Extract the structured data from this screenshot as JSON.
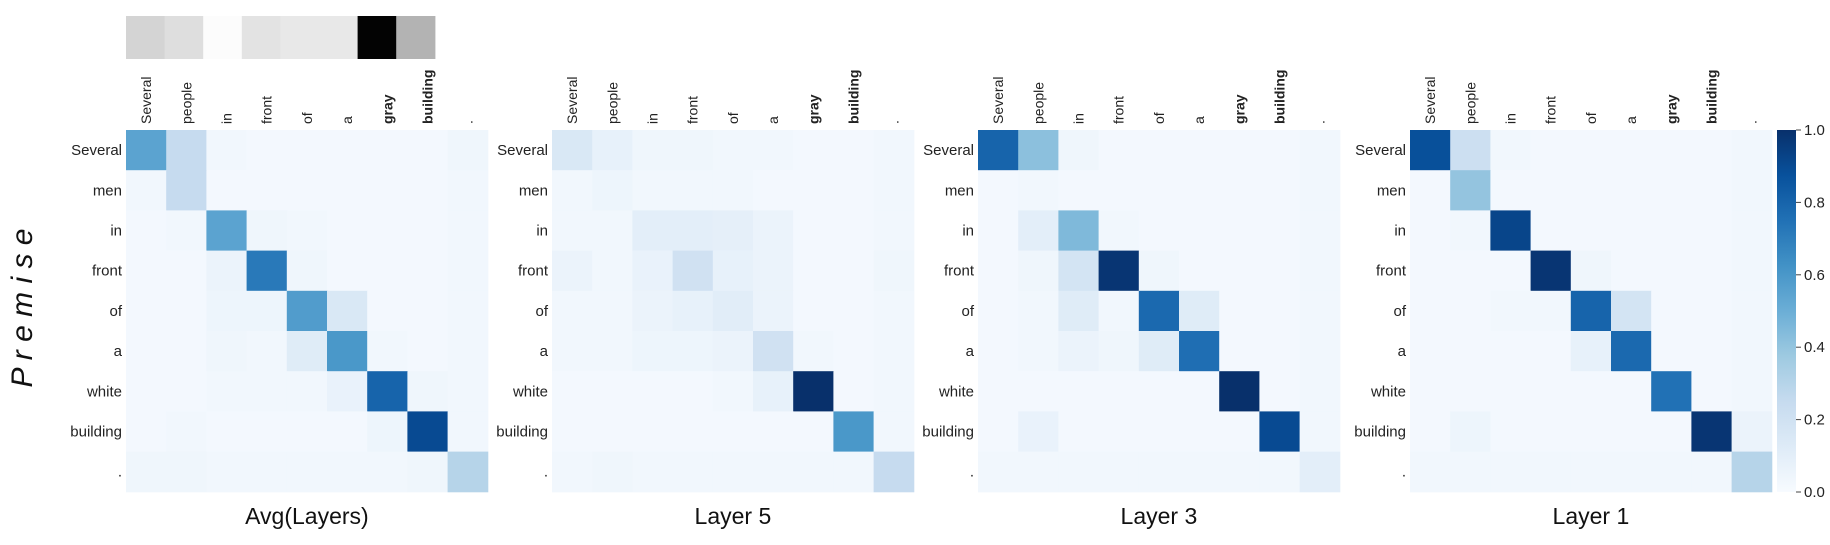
{
  "figure": {
    "side_label": "P r e m i s e"
  },
  "colorbar": {
    "ticks": [
      "1.0",
      "0.8",
      "0.6",
      "0.4",
      "0.2",
      "0.0"
    ],
    "min": 0,
    "max": 1,
    "colors": [
      "#f7fbff",
      "#deebf7",
      "#c6dbef",
      "#9ecae1",
      "#6baed6",
      "#4292c6",
      "#2171b5",
      "#08519c",
      "#08306b"
    ]
  },
  "hypothesis_bar": {
    "values": [
      0.17,
      0.13,
      0.01,
      0.11,
      0.09,
      0.09,
      0.99,
      0.3,
      0.0
    ]
  },
  "chart_data": [
    {
      "type": "heatmap",
      "title": "Avg(Layers)",
      "x_tokens": [
        "Several",
        "people",
        "in",
        "front",
        "of",
        "a",
        "gray",
        "building",
        "."
      ],
      "x_bold": [
        false,
        false,
        false,
        false,
        false,
        false,
        true,
        true,
        false
      ],
      "y_tokens": [
        "Several",
        "men",
        "in",
        "front",
        "of",
        "a",
        "white",
        "building",
        "."
      ],
      "values": [
        [
          0.55,
          0.25,
          0.03,
          0.02,
          0.02,
          0.02,
          0.02,
          0.02,
          0.04
        ],
        [
          0.03,
          0.25,
          0.02,
          0.02,
          0.02,
          0.02,
          0.02,
          0.02,
          0.03
        ],
        [
          0.02,
          0.03,
          0.55,
          0.04,
          0.03,
          0.02,
          0.02,
          0.02,
          0.03
        ],
        [
          0.02,
          0.02,
          0.06,
          0.72,
          0.04,
          0.02,
          0.02,
          0.02,
          0.03
        ],
        [
          0.02,
          0.02,
          0.05,
          0.05,
          0.58,
          0.15,
          0.02,
          0.02,
          0.03
        ],
        [
          0.02,
          0.02,
          0.04,
          0.03,
          0.12,
          0.6,
          0.03,
          0.02,
          0.03
        ],
        [
          0.02,
          0.02,
          0.03,
          0.03,
          0.03,
          0.07,
          0.8,
          0.04,
          0.03
        ],
        [
          0.02,
          0.03,
          0.02,
          0.02,
          0.02,
          0.02,
          0.05,
          0.9,
          0.03
        ],
        [
          0.04,
          0.04,
          0.03,
          0.03,
          0.03,
          0.03,
          0.03,
          0.04,
          0.3
        ]
      ]
    },
    {
      "type": "heatmap",
      "title": "Layer 5",
      "x_tokens": [
        "Several",
        "people",
        "in",
        "front",
        "of",
        "a",
        "gray",
        "building",
        "."
      ],
      "x_bold": [
        false,
        false,
        false,
        false,
        false,
        false,
        true,
        true,
        false
      ],
      "y_tokens": [
        "Several",
        "men",
        "in",
        "front",
        "of",
        "a",
        "white",
        "building",
        "."
      ],
      "values": [
        [
          0.15,
          0.08,
          0.04,
          0.04,
          0.03,
          0.03,
          0.02,
          0.02,
          0.03
        ],
        [
          0.03,
          0.05,
          0.03,
          0.03,
          0.03,
          0.02,
          0.02,
          0.02,
          0.03
        ],
        [
          0.03,
          0.03,
          0.1,
          0.1,
          0.09,
          0.06,
          0.02,
          0.02,
          0.03
        ],
        [
          0.06,
          0.03,
          0.07,
          0.2,
          0.08,
          0.06,
          0.02,
          0.02,
          0.04
        ],
        [
          0.03,
          0.03,
          0.06,
          0.08,
          0.11,
          0.06,
          0.02,
          0.02,
          0.03
        ],
        [
          0.03,
          0.03,
          0.05,
          0.05,
          0.06,
          0.2,
          0.03,
          0.02,
          0.03
        ],
        [
          0.02,
          0.02,
          0.02,
          0.02,
          0.03,
          0.08,
          1.0,
          0.02,
          0.03
        ],
        [
          0.02,
          0.02,
          0.02,
          0.02,
          0.02,
          0.02,
          0.02,
          0.6,
          0.03
        ],
        [
          0.03,
          0.04,
          0.03,
          0.03,
          0.03,
          0.03,
          0.03,
          0.03,
          0.25
        ]
      ]
    },
    {
      "type": "heatmap",
      "title": "Layer 3",
      "x_tokens": [
        "Several",
        "people",
        "in",
        "front",
        "of",
        "a",
        "gray",
        "building",
        "."
      ],
      "x_bold": [
        false,
        false,
        false,
        false,
        false,
        false,
        true,
        true,
        false
      ],
      "y_tokens": [
        "Several",
        "men",
        "in",
        "front",
        "of",
        "a",
        "white",
        "building",
        "."
      ],
      "values": [
        [
          0.8,
          0.42,
          0.04,
          0.02,
          0.02,
          0.02,
          0.02,
          0.02,
          0.03
        ],
        [
          0.02,
          0.03,
          0.02,
          0.02,
          0.02,
          0.02,
          0.02,
          0.02,
          0.03
        ],
        [
          0.02,
          0.1,
          0.45,
          0.03,
          0.02,
          0.02,
          0.02,
          0.02,
          0.03
        ],
        [
          0.02,
          0.04,
          0.18,
          0.98,
          0.04,
          0.02,
          0.02,
          0.02,
          0.03
        ],
        [
          0.02,
          0.03,
          0.12,
          0.03,
          0.78,
          0.12,
          0.02,
          0.02,
          0.03
        ],
        [
          0.02,
          0.03,
          0.06,
          0.04,
          0.12,
          0.76,
          0.02,
          0.02,
          0.03
        ],
        [
          0.02,
          0.02,
          0.02,
          0.02,
          0.02,
          0.02,
          1.0,
          0.02,
          0.03
        ],
        [
          0.02,
          0.07,
          0.02,
          0.02,
          0.02,
          0.02,
          0.02,
          0.9,
          0.03
        ],
        [
          0.03,
          0.03,
          0.03,
          0.03,
          0.03,
          0.03,
          0.03,
          0.03,
          0.1
        ]
      ]
    },
    {
      "type": "heatmap",
      "title": "Layer 1",
      "x_tokens": [
        "Several",
        "people",
        "in",
        "front",
        "of",
        "a",
        "gray",
        "building",
        "."
      ],
      "x_bold": [
        false,
        false,
        false,
        false,
        false,
        false,
        true,
        true,
        false
      ],
      "y_tokens": [
        "Several",
        "men",
        "in",
        "front",
        "of",
        "a",
        "white",
        "building",
        "."
      ],
      "values": [
        [
          0.88,
          0.22,
          0.03,
          0.02,
          0.02,
          0.02,
          0.02,
          0.02,
          0.03
        ],
        [
          0.02,
          0.4,
          0.02,
          0.02,
          0.02,
          0.02,
          0.02,
          0.02,
          0.03
        ],
        [
          0.02,
          0.03,
          0.92,
          0.02,
          0.02,
          0.02,
          0.02,
          0.02,
          0.03
        ],
        [
          0.02,
          0.02,
          0.02,
          0.98,
          0.04,
          0.02,
          0.02,
          0.02,
          0.03
        ],
        [
          0.02,
          0.02,
          0.03,
          0.03,
          0.8,
          0.18,
          0.02,
          0.02,
          0.03
        ],
        [
          0.02,
          0.02,
          0.02,
          0.02,
          0.08,
          0.78,
          0.02,
          0.02,
          0.03
        ],
        [
          0.02,
          0.02,
          0.02,
          0.02,
          0.02,
          0.02,
          0.75,
          0.02,
          0.03
        ],
        [
          0.02,
          0.05,
          0.02,
          0.02,
          0.02,
          0.02,
          0.02,
          0.98,
          0.06
        ],
        [
          0.03,
          0.03,
          0.03,
          0.03,
          0.03,
          0.03,
          0.03,
          0.03,
          0.3
        ]
      ]
    }
  ]
}
